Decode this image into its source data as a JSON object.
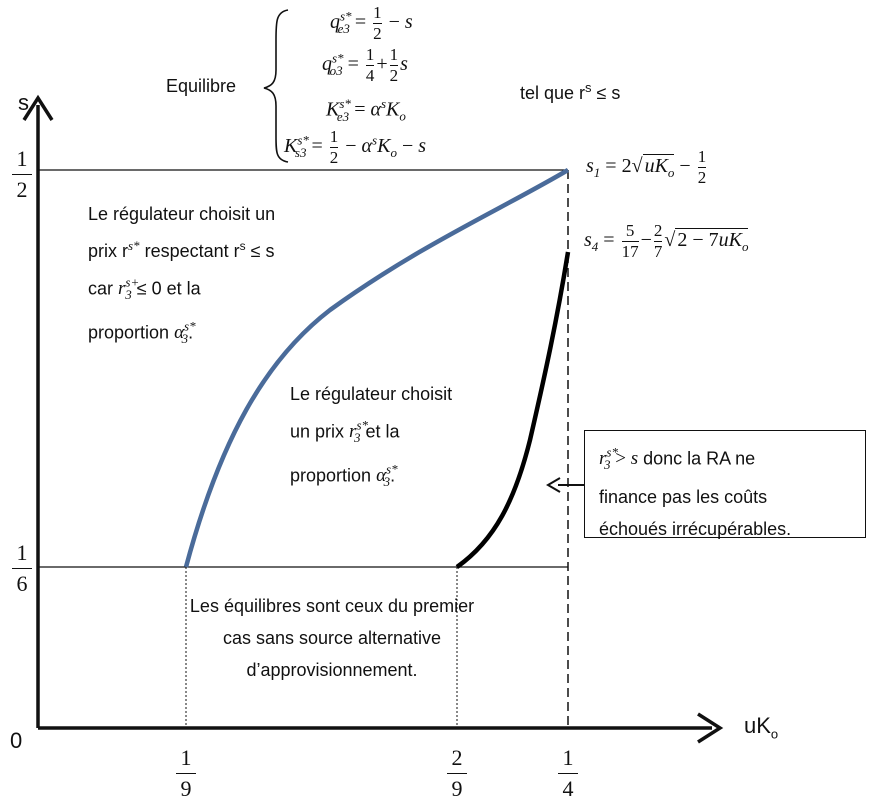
{
  "axes": {
    "y_label": "s",
    "x_label": "uK",
    "x_label_sub": "o",
    "origin": "0"
  },
  "y_ticks": [
    {
      "num": "1",
      "den": "2"
    },
    {
      "num": "1",
      "den": "6"
    }
  ],
  "x_ticks": [
    {
      "num": "1",
      "den": "9"
    },
    {
      "num": "2",
      "den": "9"
    },
    {
      "num": "1",
      "den": "4"
    }
  ],
  "equilibrium": {
    "label": "Equilibre",
    "condition": "tel que r",
    "condition_sup": "s",
    "condition_rest": " ≤ s"
  },
  "curves": {
    "s1": {
      "name": "s",
      "sub": "1",
      "color": "#4a6b9a"
    },
    "s4": {
      "name": "s",
      "sub": "4",
      "color": "#000000"
    }
  },
  "regions": {
    "top_left": [
      "Le régulateur choisit un",
      "prix r",
      "respectant r",
      " ≤ s",
      "car ",
      " ≤ 0 et la",
      "proportion "
    ],
    "middle": [
      "Le régulateur choisit",
      "un prix ",
      " et la",
      "proportion "
    ],
    "bottom": [
      "Les équilibres sont ceux du premier",
      "cas sans source alternative",
      "d’approvisionnement."
    ]
  },
  "callout": {
    "line1_rest": " donc la RA ne",
    "line2": "finance pas les coûts",
    "line3": "échoués irrécupérables."
  }
}
